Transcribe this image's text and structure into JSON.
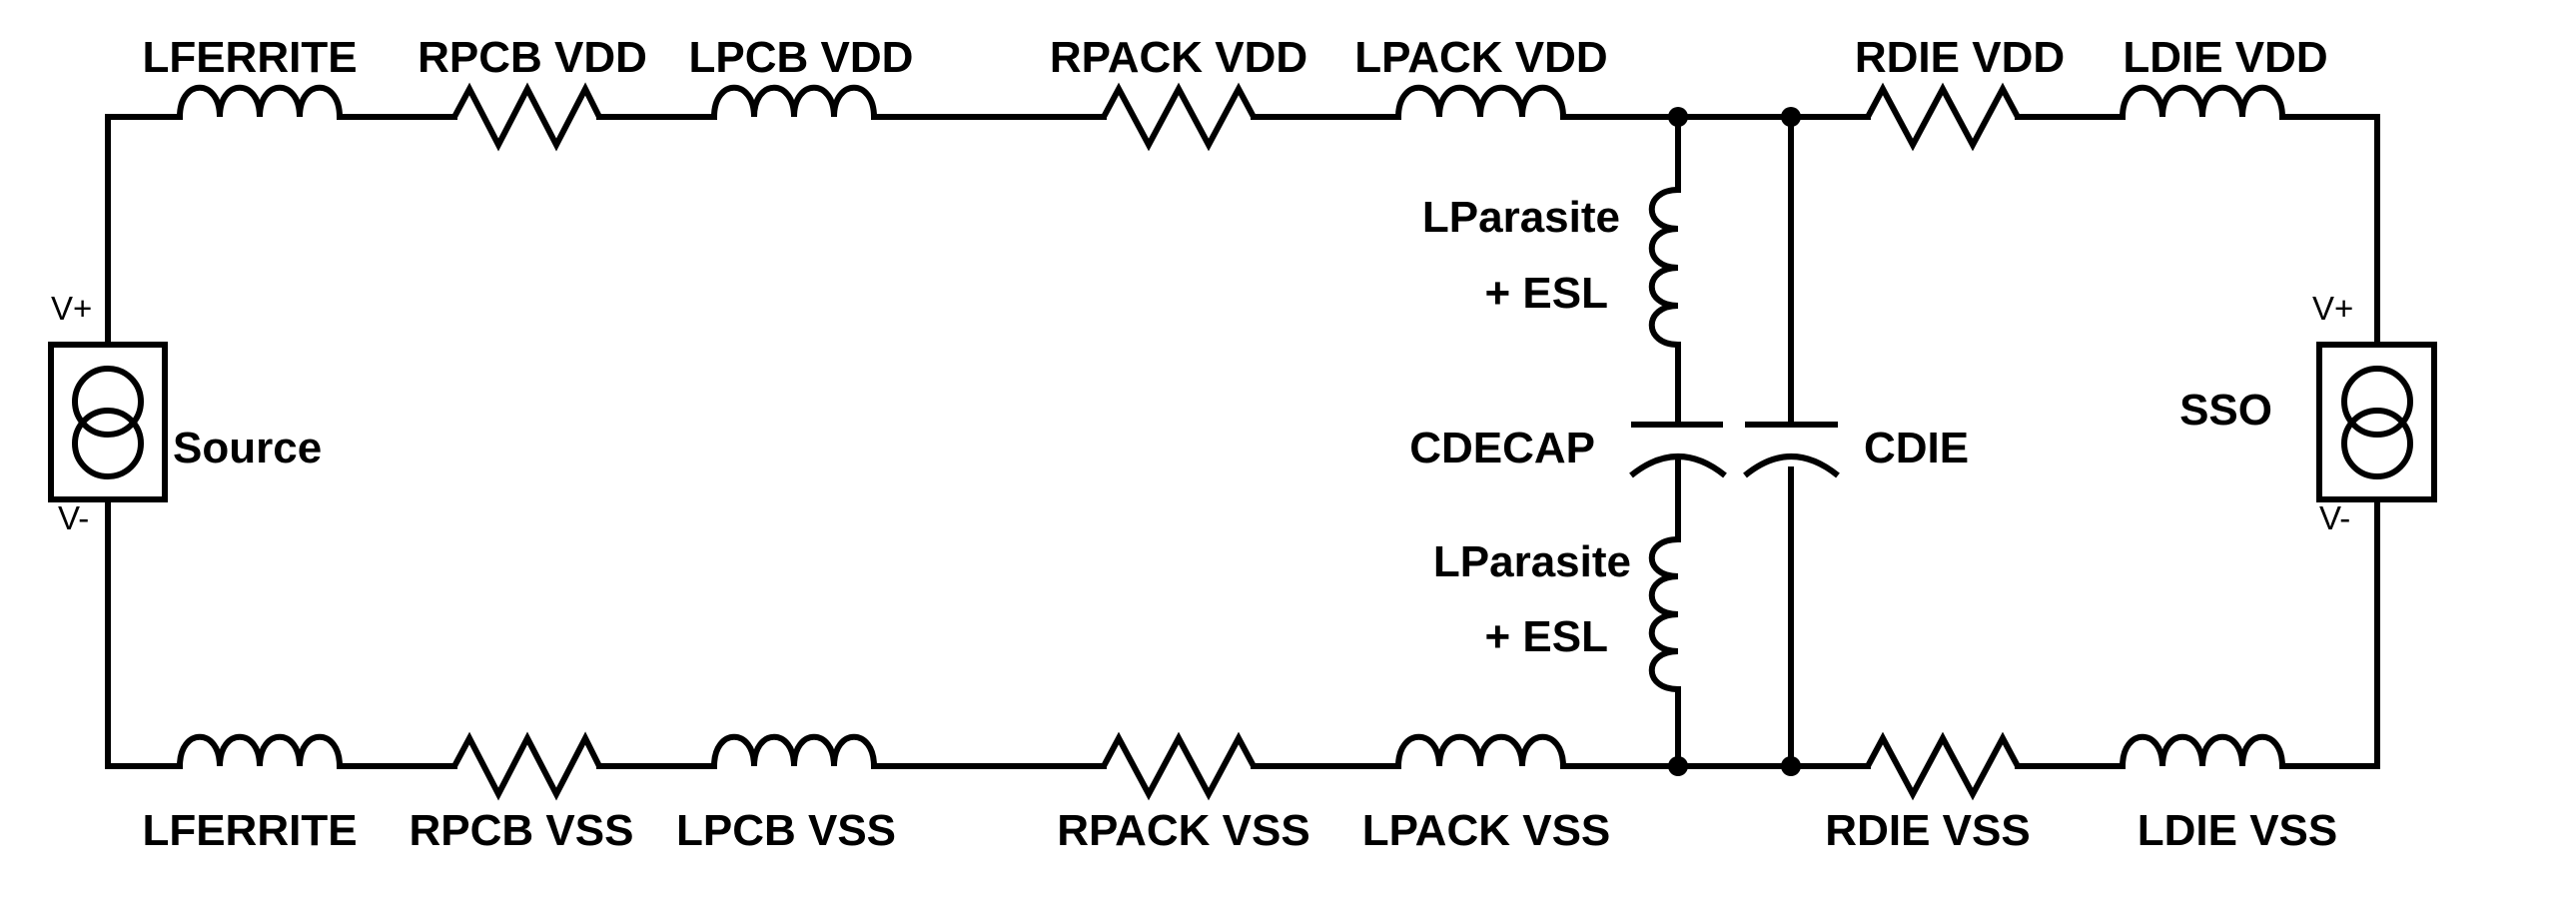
{
  "labels": {
    "top_lferrite": "LFERRITE",
    "rpcb_vdd": "RPCB VDD",
    "lpcb_vdd": "LPCB VDD",
    "rpack_vdd": "RPACK VDD",
    "lpack_vdd": "LPACK VDD",
    "rdie_vdd": "RDIE VDD",
    "ldie_vdd": "LDIE VDD",
    "bot_lferrite": "LFERRITE",
    "rpcb_vss": "RPCB VSS",
    "lpcb_vss": "LPCB VSS",
    "rpack_vss": "RPACK VSS",
    "lpack_vss": "LPACK VSS",
    "rdie_vss": "RDIE VSS",
    "ldie_vss": "LDIE VSS",
    "lparasite_top_1": "LParasite",
    "lparasite_top_2": "+ ESL",
    "lparasite_bot_1": "LParasite",
    "lparasite_bot_2": "+ ESL",
    "cdecap": "CDECAP",
    "cdie": "CDIE",
    "source": "Source",
    "sso": "SSO",
    "source_vplus": "V+",
    "source_vminus": "V-",
    "sso_vplus": "V+",
    "sso_vminus": "V-"
  }
}
